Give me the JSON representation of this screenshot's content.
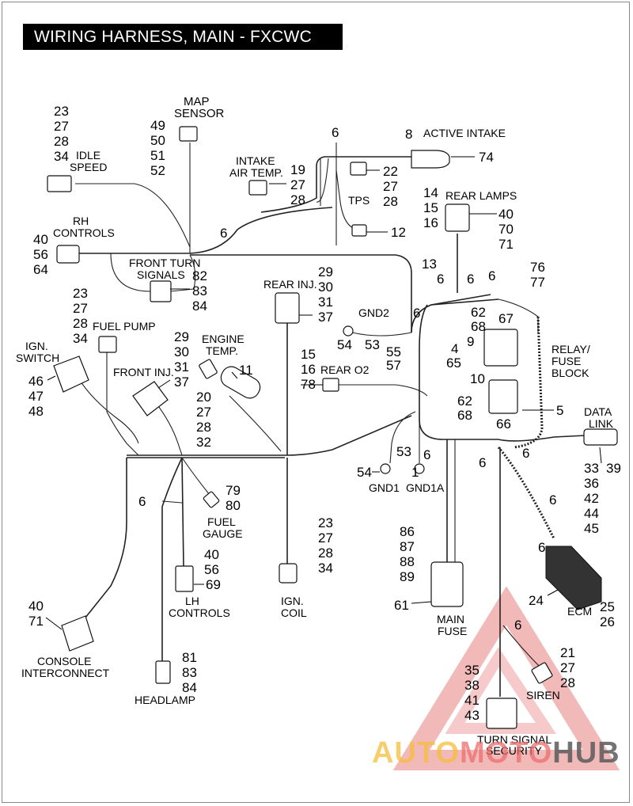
{
  "title": "WIRING HARNESS, MAIN - FXCWC",
  "watermark": {
    "part1": "AUTO",
    "part2": "MOTO",
    "part3": "HUB"
  },
  "labels": {
    "map_sensor": [
      "MAP",
      "SENSOR"
    ],
    "map_nums": [
      "49",
      "50",
      "51",
      "52"
    ],
    "idle_nums": [
      "23",
      "27",
      "28",
      "34"
    ],
    "idle_speed": [
      "IDLE",
      "SPEED"
    ],
    "active_intake": "ACTIVE INTAKE",
    "n8": "8",
    "n74": "74",
    "n6_top": "6",
    "intake_air": [
      "INTAKE",
      "AIR TEMP."
    ],
    "intake_nums": [
      "19",
      "27",
      "28"
    ],
    "tps": "TPS",
    "tps_nums": [
      "22",
      "27",
      "28"
    ],
    "n12": "12",
    "n6_mid": "6",
    "rear_lamps": "REAR LAMPS",
    "rear_lamps_left": [
      "14",
      "15",
      "16"
    ],
    "rear_lamps_right": [
      "40",
      "70",
      "71"
    ],
    "rh_controls": [
      "RH",
      "CONTROLS"
    ],
    "rh_nums": [
      "40",
      "56",
      "64"
    ],
    "front_turn": [
      "FRONT TURN",
      "SIGNALS"
    ],
    "front_turn_nums": [
      "82",
      "83",
      "84"
    ],
    "n13": "13",
    "n6_a": "6",
    "n6_b": "6",
    "n6_c": "6",
    "n76": "76",
    "n77": "77",
    "rear_inj": "REAR INJ.",
    "rear_inj_nums": [
      "29",
      "30",
      "31",
      "37"
    ],
    "gnd2": "GND2",
    "n54_a": "54",
    "n53_a": "53",
    "n6_d": "6",
    "n62_a": "62",
    "n68_a": "68",
    "n67": "67",
    "n9": "9",
    "n4": "4",
    "n65": "65",
    "n10": "10",
    "relay_fuse": [
      "RELAY/",
      "FUSE",
      "BLOCK"
    ],
    "n55": "55",
    "n57": "57",
    "fuel_pump": "FUEL PUMP",
    "fuel_pump_nums": [
      "23",
      "27",
      "28",
      "34"
    ],
    "ign_switch": [
      "IGN.",
      "SWITCH"
    ],
    "ign_switch_nums": [
      "46",
      "47",
      "48"
    ],
    "front_inj": "FRONT INJ.",
    "front_inj_nums": [
      "29",
      "30",
      "31",
      "37"
    ],
    "engine_temp": [
      "ENGINE",
      "TEMP."
    ],
    "n11": "11",
    "engine_temp_nums": [
      "20",
      "27",
      "28",
      "32"
    ],
    "rear_o2": "REAR O2",
    "rear_o2_nums": [
      "15",
      "16",
      "78"
    ],
    "n62_b": "62",
    "n68_b": "68",
    "n66": "66",
    "n5": "5",
    "data_link": [
      "DATA",
      "LINK"
    ],
    "n6_e": "6",
    "n6_f": "6",
    "data_link_nums": [
      "33",
      "36",
      "42",
      "44",
      "45"
    ],
    "n39": "39",
    "n53_b": "53",
    "n6_g": "6",
    "n1": "1",
    "n54_b": "54",
    "gnd1": "GND1",
    "gnd1a": "GND1A",
    "n6_h": "6",
    "fuel_gauge_nums": [
      "79",
      "80"
    ],
    "fuel_gauge": [
      "FUEL",
      "GAUGE"
    ],
    "ign_coil_nums": [
      "23",
      "27",
      "28",
      "34"
    ],
    "ign_coil": [
      "IGN.",
      "COIL"
    ],
    "lh_nums": [
      "40",
      "56"
    ],
    "n69": "69",
    "lh_controls": [
      "LH",
      "CONTROLS"
    ],
    "main_fuse_nums": [
      "86",
      "87",
      "88",
      "89"
    ],
    "n61": "61",
    "main_fuse": [
      "MAIN",
      "FUSE"
    ],
    "n6_i": "6",
    "n6_j": "6",
    "n24": "24",
    "ecm": "ECM",
    "ecm_nums": [
      "25",
      "26"
    ],
    "console_nums": [
      "40",
      "71"
    ],
    "console": [
      "CONSOLE",
      "INTERCONNECT"
    ],
    "headlamp_nums": [
      "81",
      "83",
      "84"
    ],
    "headlamp": "HEADLAMP",
    "n6_k": "6",
    "siren_nums": [
      "21",
      "27",
      "28"
    ],
    "siren": "SIREN",
    "turn_security_nums": [
      "35",
      "38",
      "41",
      "43"
    ],
    "turn_security": [
      "TURN SIGNAL",
      "SECURITY"
    ]
  }
}
